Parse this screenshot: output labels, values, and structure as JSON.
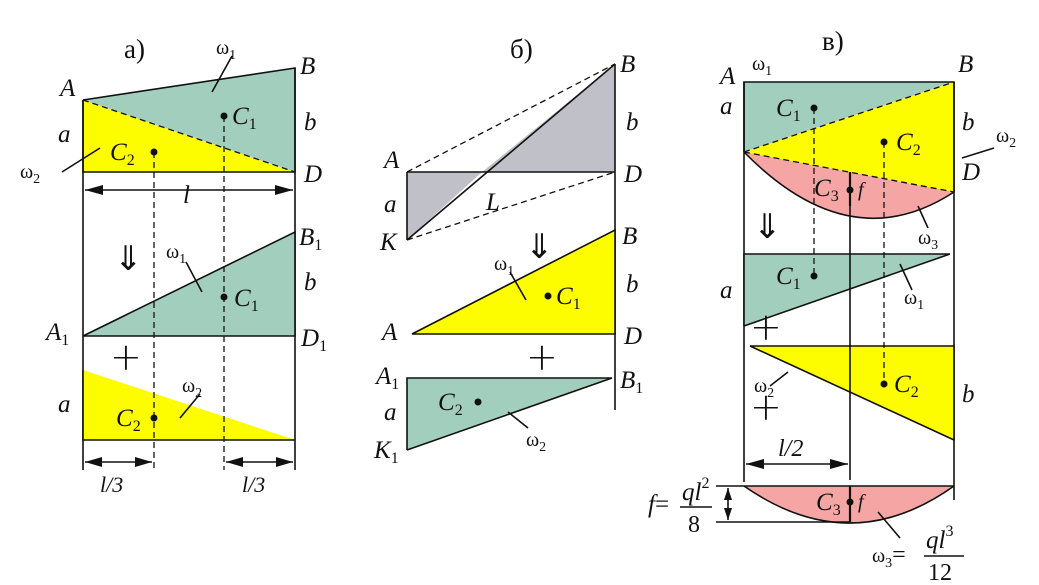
{
  "colors": {
    "green": "#a2cfbd",
    "yellow": "#fdfd00",
    "gray": "#c0c0c8",
    "pink": "#f5a6a4",
    "line": "#111111"
  },
  "panels": {
    "a": {
      "title": "а)"
    },
    "b": {
      "title": "б)"
    },
    "c": {
      "title": "в)"
    }
  },
  "labels": {
    "A": "A",
    "B": "B",
    "D": "D",
    "K": "K",
    "L": "L",
    "a": "a",
    "b": "b",
    "l": "l",
    "f": "f",
    "C": "C",
    "s1": "1",
    "s2": "2",
    "s3": "3",
    "omega": "ω",
    "plus": "+",
    "arrow": "⇓",
    "l3": "l/3",
    "l2": "l/2"
  },
  "formulas": {
    "f_lhs": "f",
    "f_eq": "=",
    "f_num_q": "q",
    "f_num_l": "l",
    "f_num_exp": "2",
    "f_den": "8",
    "w3_lhs": "ω",
    "w3_sub": "3",
    "w3_eq": "=",
    "w3_num_q": "q",
    "w3_num_l": "l",
    "w3_num_exp": "3",
    "w3_den": "12"
  }
}
